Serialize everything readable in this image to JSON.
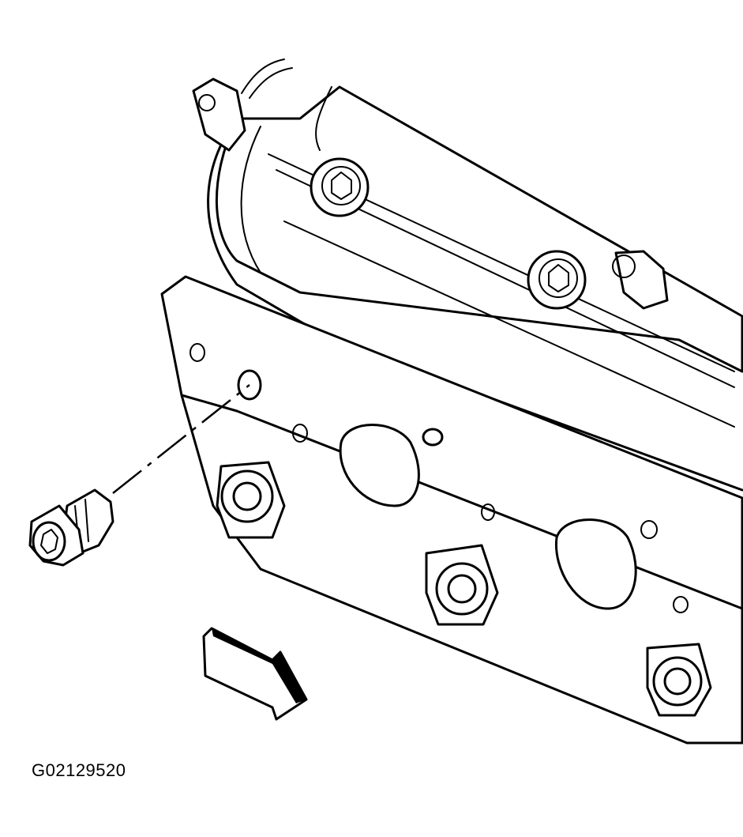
{
  "figure": {
    "id_label": "G02129520"
  },
  "parts": {
    "cylinder_head": "cylinder-head",
    "valve_cover": "valve-cover",
    "plug": "hex-socket-plug",
    "direction_arrow": "direction-arrow"
  }
}
